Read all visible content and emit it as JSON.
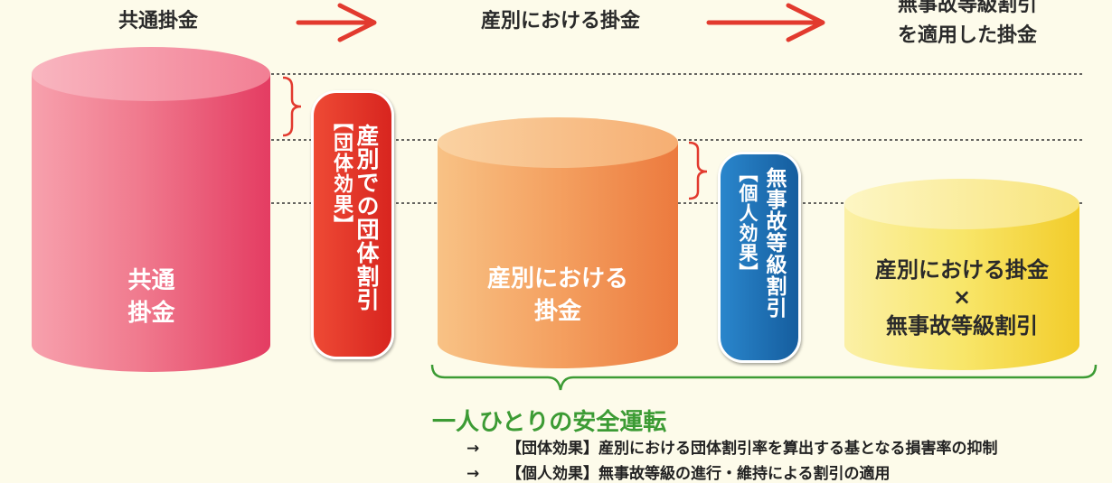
{
  "headers": {
    "common": "共通掛金",
    "by_industry": "産別における掛金",
    "no_accident_line1": "無事故等級割引",
    "no_accident_line2": "を適用した掛金"
  },
  "cylinders": {
    "common_line1": "共通",
    "common_line2": "掛金",
    "industry_line1": "産別における",
    "industry_line2": "掛金",
    "final_line1": "産別における掛金",
    "final_line2": "×",
    "final_line3": "無事故等級割引"
  },
  "pills": {
    "group_main": "産別での団体割引",
    "group_sub": "【団体効果】",
    "individual_main": "無事故等級割引",
    "individual_sub": "【個人効果】"
  },
  "footer": {
    "title": "一人ひとりの安全運転",
    "arrow": "→",
    "note1": "【団体効果】産別における団体割引率を算出する基となる損害率の抑制",
    "note2": "【個人効果】無事故等級の進行・維持による割引の適用"
  },
  "colors": {
    "background": "#fdfbea",
    "arrow_red": "#e23a2e",
    "common_cylinder": "#ee5472",
    "industry_cylinder": "#f29a52",
    "final_cylinder": "#f7e04a",
    "group_pill": "#e5322b",
    "individual_pill": "#1e6cb3",
    "accent_green": "#3c9b34"
  }
}
